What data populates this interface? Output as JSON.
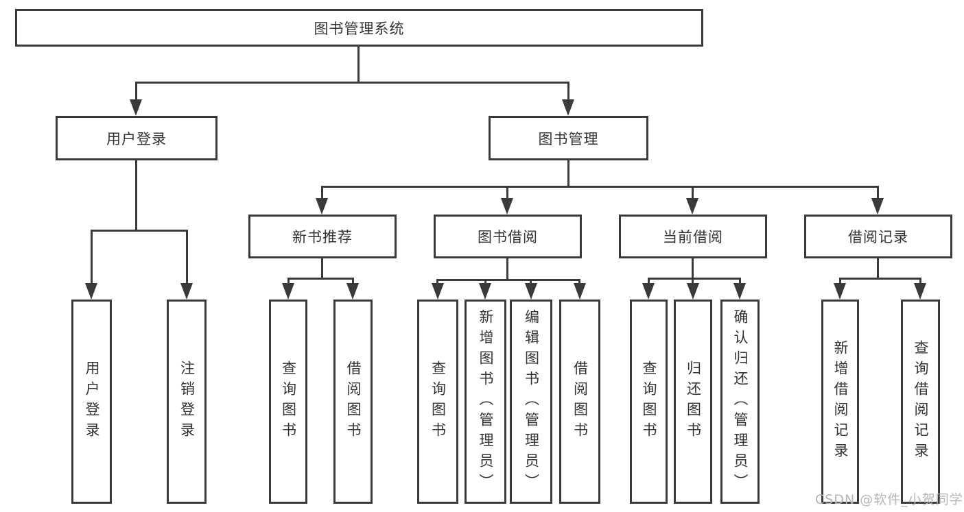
{
  "title": "图书管理系统",
  "branches": {
    "user": {
      "label": "用户登录",
      "children": [
        "用户登录",
        "注销登录"
      ]
    },
    "books": {
      "label": "图书管理",
      "sections": [
        {
          "label": "新书推荐",
          "children": [
            "查询图书",
            "借阅图书"
          ]
        },
        {
          "label": "图书借阅",
          "children": [
            "查询图书",
            "新增图书（管理员）",
            "编辑图书（管理员）",
            "借阅图书"
          ]
        },
        {
          "label": "当前借阅",
          "children": [
            "查询图书",
            "归还图书",
            "确认归还（管理员）"
          ]
        },
        {
          "label": "借阅记录",
          "children": [
            "新增借阅记录",
            "查询借阅记录"
          ]
        }
      ]
    }
  },
  "watermark": "CSDN @软件_小贺同学",
  "colors": {
    "line": "#3a3a3a",
    "text": "#333333",
    "box_background": "#ffffff",
    "page_background": "#ffffff",
    "watermark": "#b5b5b5"
  }
}
